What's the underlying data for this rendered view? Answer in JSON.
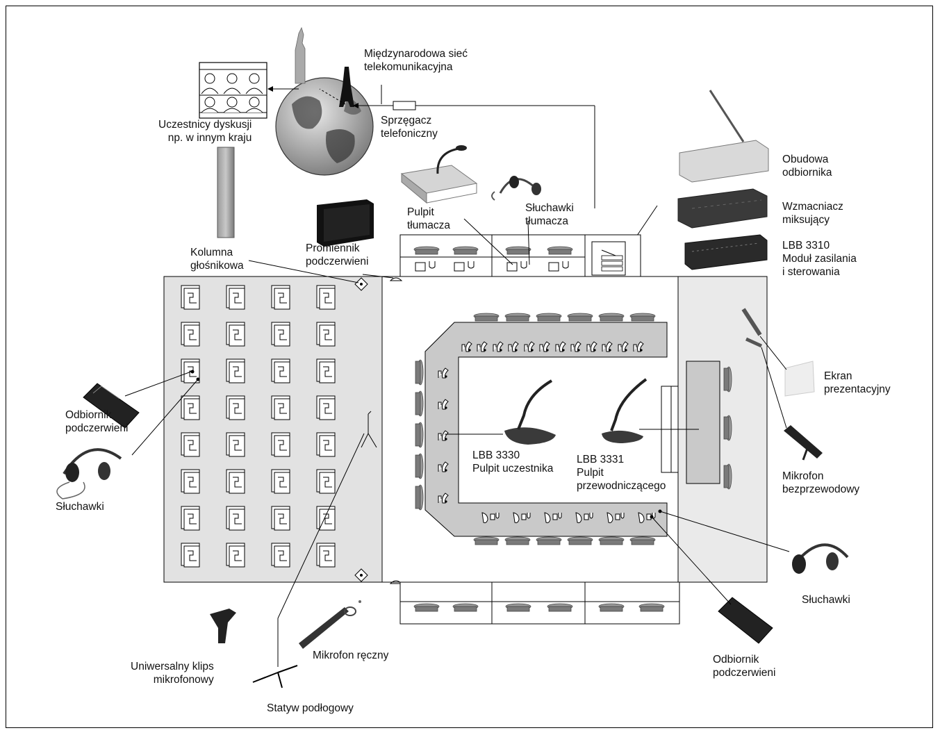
{
  "labels": {
    "network": [
      "Międzynarodowa sieć",
      "telekomunikacyjna"
    ],
    "participants": [
      "Uczestnicy dyskusji",
      "np. w innym kraju"
    ],
    "telephone_coupler": [
      "Sprzęgacz",
      "telefoniczny"
    ],
    "receiver_housing": [
      "Obudowa",
      "odbiornika"
    ],
    "mixing_amplifier": [
      "Wzmacniacz",
      "miksujący"
    ],
    "power_module": [
      "LBB 3310",
      "Moduł zasilania",
      "i sterowania"
    ],
    "interpreter_desk": [
      "Pulpit",
      "tłumacza"
    ],
    "interpreter_headphones": [
      "Słuchawki",
      "tłumacza"
    ],
    "loudspeaker_column": [
      "Kolumna",
      "głośnikowa"
    ],
    "ir_radiator": [
      "Promiennik",
      "podczerwieni"
    ],
    "ir_receiver_left": [
      "Odbiornik",
      "podczerwieni"
    ],
    "headphones_left": [
      "Słuchawki"
    ],
    "delegate_unit": [
      "LBB 3330",
      "Pulpit uczestnika"
    ],
    "chairman_unit": [
      "LBB 3331",
      "Pulpit",
      "przewodniczącego"
    ],
    "presentation_screen": [
      "Ekran",
      "prezentacyjny"
    ],
    "wireless_microphone": [
      "Mikrofon",
      "bezprzewodowy"
    ],
    "headphones_right": [
      "Słuchawki"
    ],
    "ir_receiver_right": [
      "Odbiornik",
      "podczerwieni"
    ],
    "mic_clip": [
      "Uniwersalny klips",
      "mikrofonowy"
    ],
    "hand_microphone": [
      "Mikrofon ręczny"
    ],
    "floor_stand": [
      "Statyw podłogowy"
    ]
  }
}
